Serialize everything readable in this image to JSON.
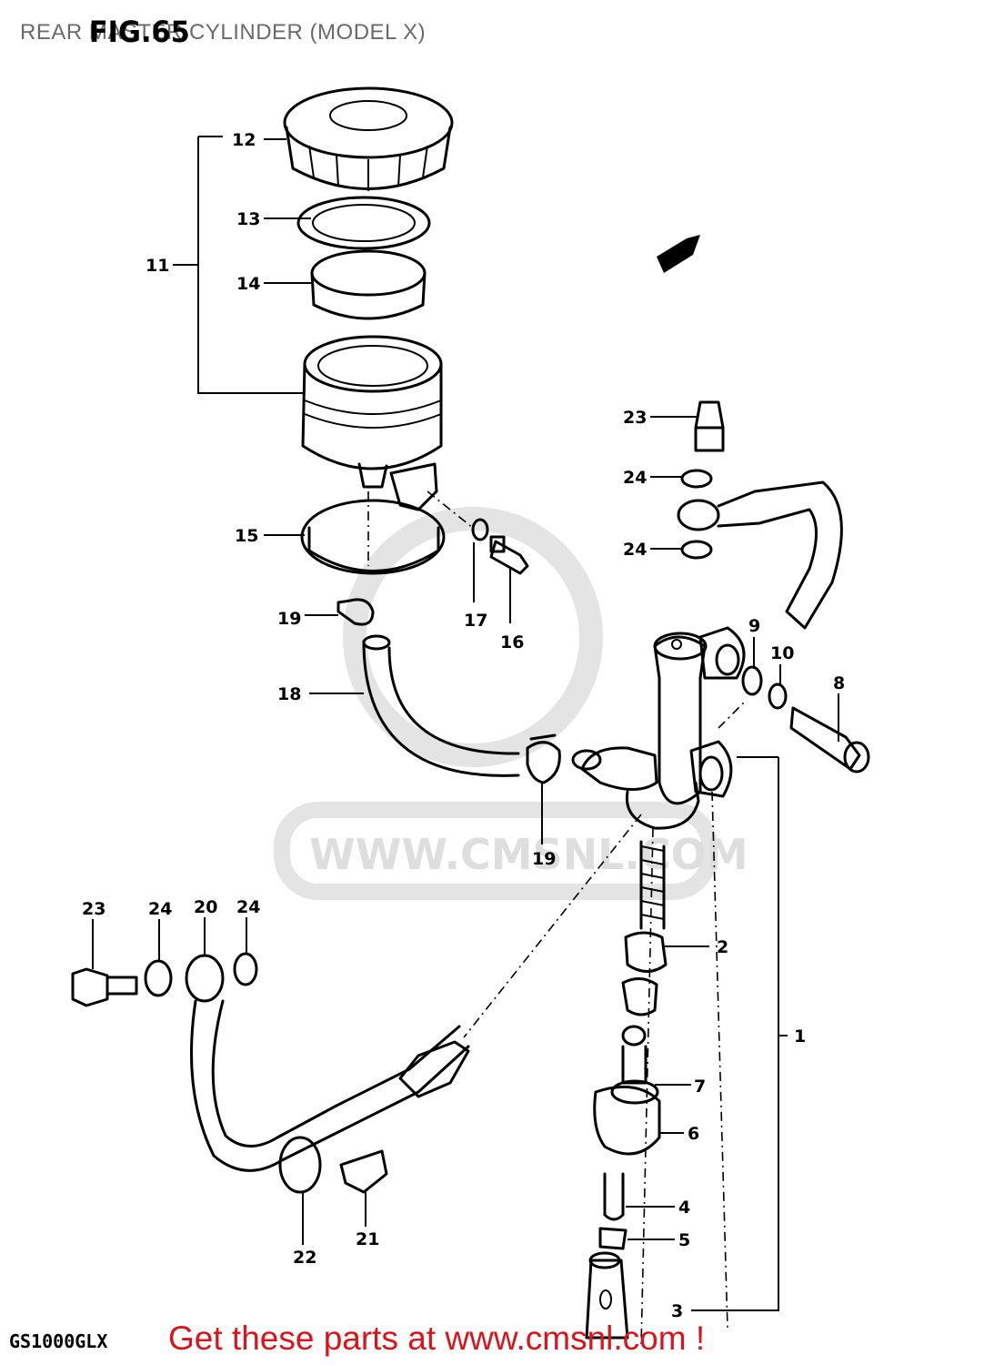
{
  "header": {
    "title": "REAR MASTER CYLINDER (MODEL X)",
    "fig_label": "FIG.65"
  },
  "watermark": {
    "url_text": "WWW.CMSNL.COM",
    "color": "#dedede"
  },
  "footer": {
    "model_code": "GS1000GLX",
    "cta_text": "Get these parts at www.cmsnl.com !",
    "cta_color": "#d9141a"
  },
  "callouts": [
    "1",
    "2",
    "3",
    "4",
    "5",
    "6",
    "7",
    "8",
    "9",
    "10",
    "11",
    "12",
    "13",
    "14",
    "15",
    "16",
    "17",
    "18",
    "19",
    "19",
    "20",
    "21",
    "22",
    "23",
    "23",
    "24",
    "24",
    "24",
    "24"
  ]
}
